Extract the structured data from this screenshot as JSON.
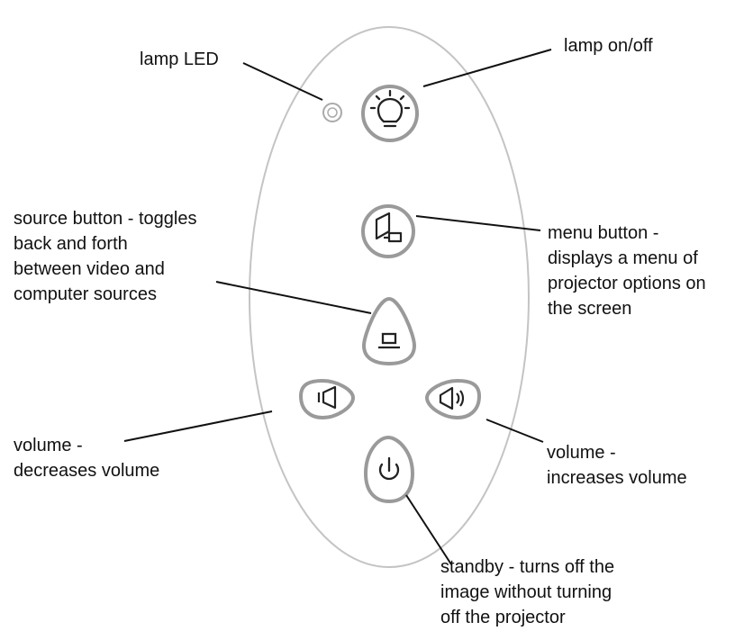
{
  "labels": {
    "lamp_led": [
      "lamp LED"
    ],
    "lamp_onoff": [
      "lamp on/off"
    ],
    "source": [
      "source button - toggles",
      "back and forth",
      "between video and",
      "computer sources"
    ],
    "menu": [
      "menu button -",
      "displays a menu of",
      "projector options on",
      "the screen"
    ],
    "volume_down": [
      "volume -",
      "decreases volume"
    ],
    "volume_up": [
      "volume -",
      "increases volume"
    ],
    "standby": [
      "standby - turns off the",
      "image without turning",
      "off the projector"
    ]
  },
  "icons": {
    "lamp_button": "lightbulb-icon",
    "menu_button": "menu-icon",
    "source_button": "laptop-icon",
    "volume_down_button": "speaker-low-icon",
    "volume_up_button": "speaker-high-icon",
    "standby_button": "power-icon",
    "lamp_led": "led-indicator-icon"
  },
  "colors": {
    "outline": "#c4c4c4",
    "button_ring": "#9a9a9a",
    "icon": "#222222",
    "leader_line": "#111111"
  }
}
